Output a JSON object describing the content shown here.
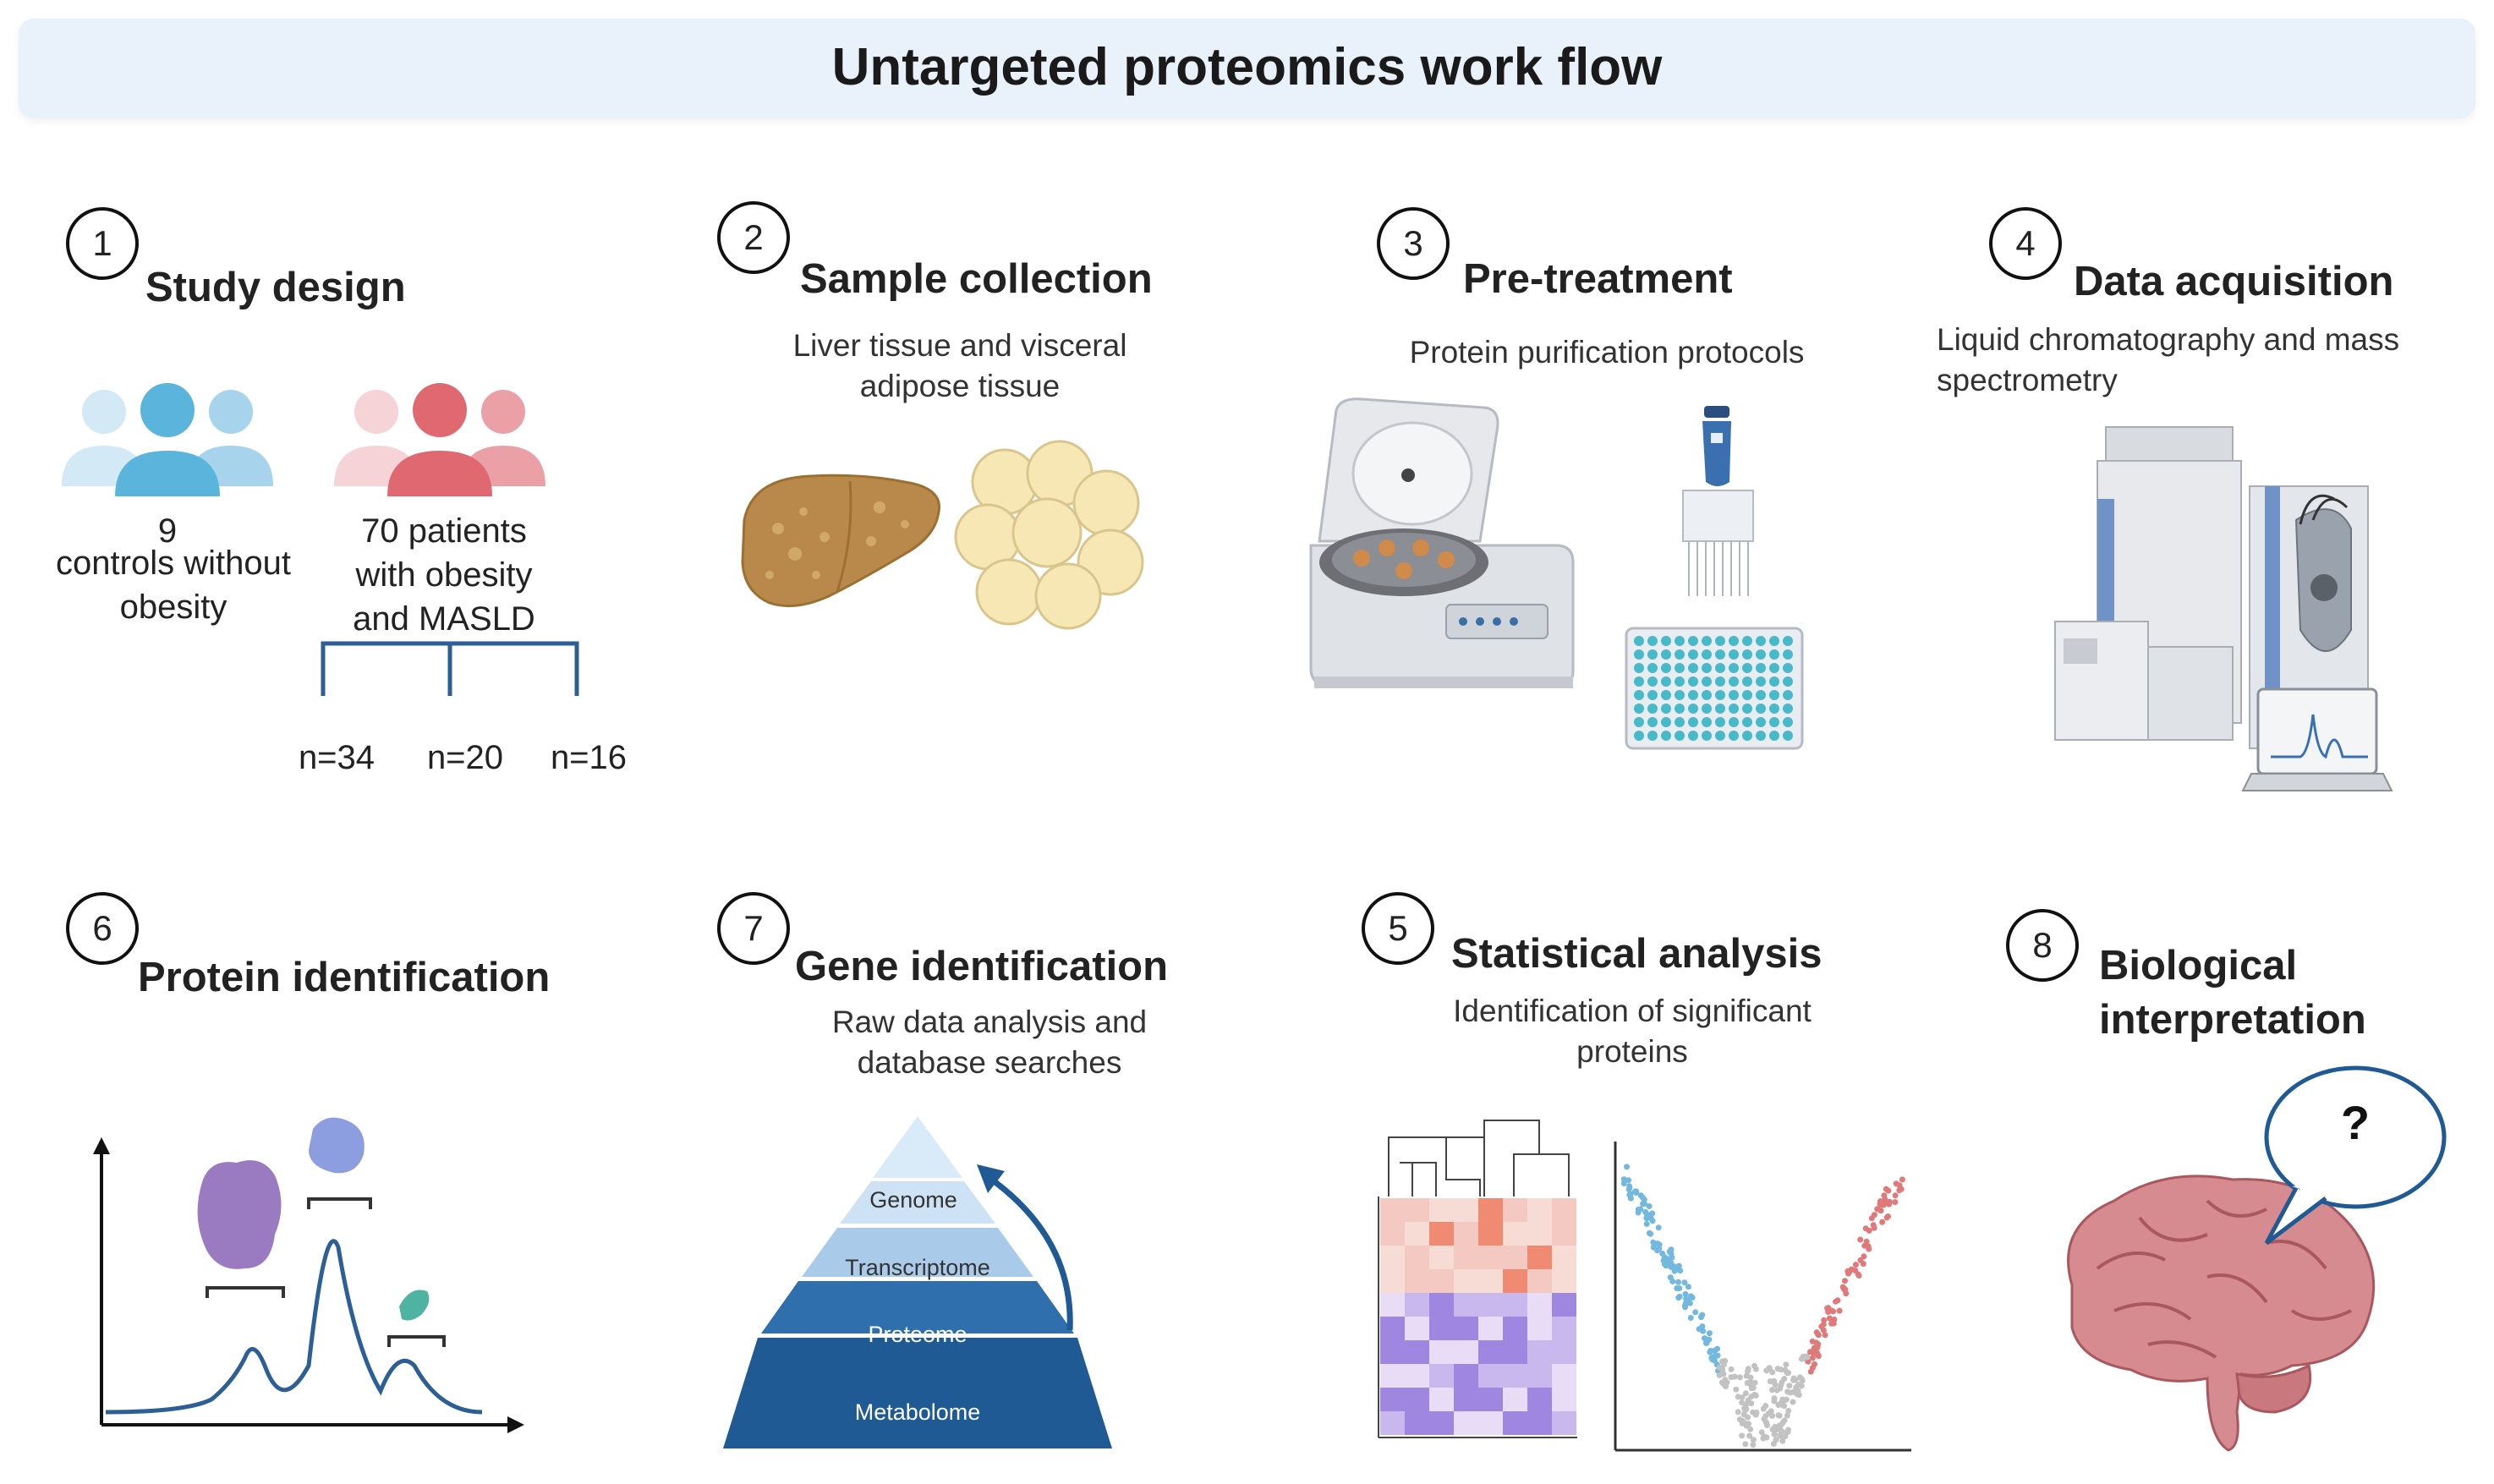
{
  "title": "Untargeted proteomics work flow",
  "steps": {
    "study_design": {
      "num": "1",
      "title": "Study design",
      "controls_count": "9",
      "controls_label": "controls without obesity",
      "patients_label": "70 patients with obesity and  MASLD",
      "groups": [
        "n=34",
        "n=20",
        "n=16"
      ]
    },
    "sample_collection": {
      "num": "2",
      "title": "Sample collection",
      "subtitle": "Liver tissue and visceral adipose tissue"
    },
    "pretreatment": {
      "num": "3",
      "title": "Pre-treatment",
      "subtitle": "Protein purification protocols"
    },
    "data_acquisition": {
      "num": "4",
      "title": "Data acquisition",
      "subtitle": "Liquid chromatography and mass spectrometry"
    },
    "protein_identification": {
      "num": "6",
      "title": "Protein identification"
    },
    "gene_identification": {
      "num": "7",
      "title": "Gene identification",
      "subtitle": "Raw data analysis and database searches",
      "pyramid": [
        "Genome",
        "Transcriptome",
        "Proteome",
        "Metabolome"
      ]
    },
    "statistical_analysis": {
      "num": "5",
      "title": "Statistical analysis",
      "subtitle": "Identification of significant proteins"
    },
    "biological_interpretation": {
      "num": "8",
      "title": "Biological interpretation",
      "question_mark": "?"
    }
  },
  "colors": {
    "title_bg": "#e9f1fb",
    "blue_people": "#5bb4dc",
    "red_people": "#e06870",
    "bracket": "#2c5f95",
    "pyramid_dark": "#1f5a94",
    "liver": "#b8894a",
    "fat": "#f6e7b4",
    "brain": "#d58b8f"
  }
}
